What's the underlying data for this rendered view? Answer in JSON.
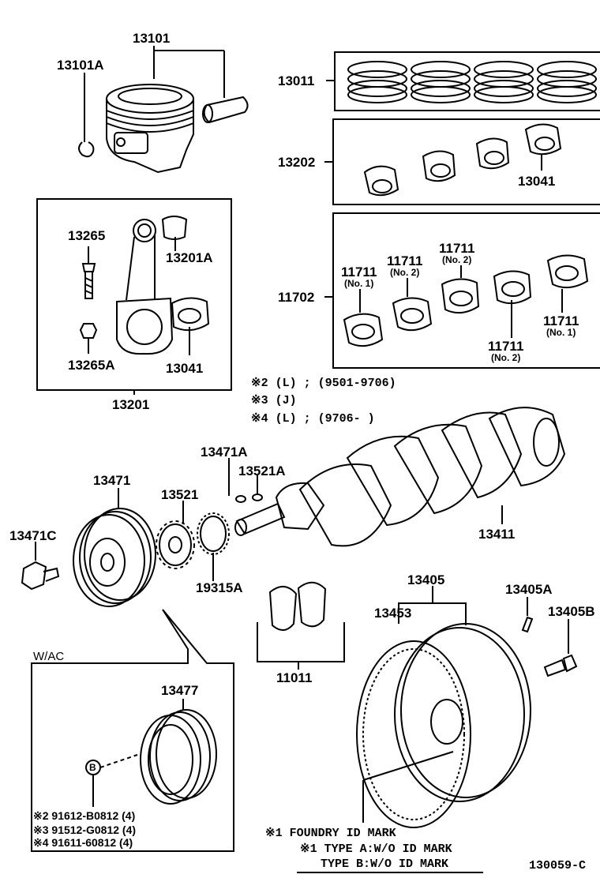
{
  "parts": {
    "p13101": "13101",
    "p13101A": "13101A",
    "p13011": "13011",
    "p13202": "13202",
    "p13041_top": "13041",
    "p13265": "13265",
    "p13201A": "13201A",
    "p13265A": "13265A",
    "p13041_rod": "13041",
    "p13201": "13201",
    "p11702": "11702",
    "b1_num": "11711",
    "b1_sub": "(No. 1)",
    "b2_num": "11711",
    "b2_sub": "(No. 2)",
    "b3_num": "11711",
    "b3_sub": "(No. 2)",
    "b4_num": "11711",
    "b4_sub": "(No. 2)",
    "b5_num": "11711",
    "b5_sub": "(No. 1)",
    "p13471A": "13471A",
    "p13521A": "13521A",
    "p13471": "13471",
    "p13521": "13521",
    "p13471C": "13471C",
    "p19315A": "19315A",
    "p13411": "13411",
    "p13405": "13405",
    "p13405A": "13405A",
    "p13453": "13453",
    "p13405B": "13405B",
    "p11011": "11011",
    "p13477": "13477",
    "wac": "W/AC",
    "callout_b": "B"
  },
  "notes": {
    "n2": "※2 (L) ; (9501-9706)",
    "n3": "※3 (J)",
    "n4": "※4 (L) ; (9706-        )"
  },
  "bolts": {
    "b2": "※2 91612-B0812 (4)",
    "b3": "※3 91512-G0812 (4)",
    "b4": "※4 91611-60812 (4)"
  },
  "footer": {
    "foundry": "※1  FOUNDRY ID MARK",
    "typeA": "※1 TYPE  A:W/O  ID MARK",
    "typeB": "TYPE  B:W/O  ID MARK",
    "figure": "130059-C"
  }
}
